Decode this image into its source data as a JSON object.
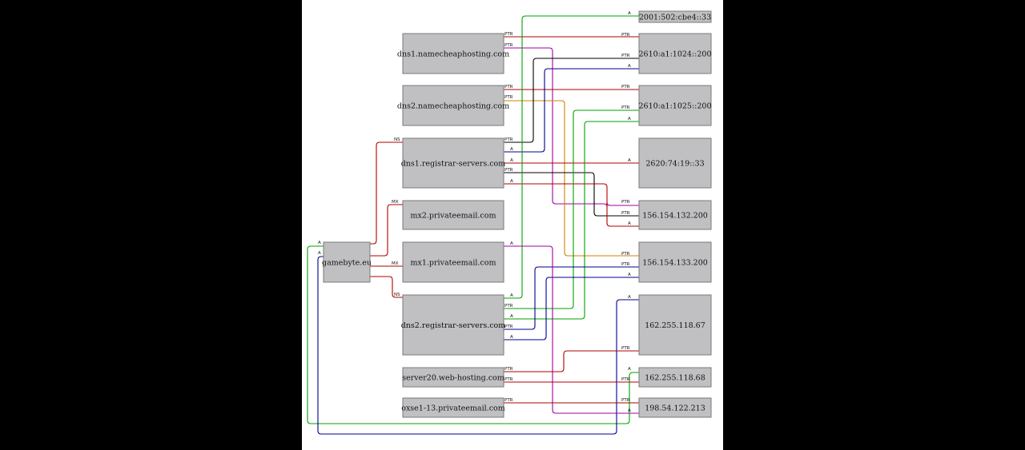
{
  "diagram": {
    "nodes": [
      {
        "id": "root",
        "label": "gamebyte.eu"
      },
      {
        "id": "ns1",
        "label": "dns1.namecheaphosting.com"
      },
      {
        "id": "ns2",
        "label": "dns2.namecheaphosting.com"
      },
      {
        "id": "rs1",
        "label": "dns1.registrar-servers.com"
      },
      {
        "id": "mx2",
        "label": "mx2.privateemail.com"
      },
      {
        "id": "mx1",
        "label": "mx1.privateemail.com"
      },
      {
        "id": "rs2",
        "label": "dns2.registrar-servers.com"
      },
      {
        "id": "srv",
        "label": "server20.web-hosting.com"
      },
      {
        "id": "oxs",
        "label": "oxse1-13.privateemail.com"
      },
      {
        "id": "ip1",
        "label": "2001:502:cbe4::33"
      },
      {
        "id": "ip2",
        "label": "2610:a1:1024::200"
      },
      {
        "id": "ip3",
        "label": "2610:a1:1025::200"
      },
      {
        "id": "ip4",
        "label": "2620:74:19::33"
      },
      {
        "id": "ip5",
        "label": "156.154.132.200"
      },
      {
        "id": "ip6",
        "label": "156.154.133.200"
      },
      {
        "id": "ip7",
        "label": "162.255.118.67"
      },
      {
        "id": "ip8",
        "label": "162.255.118.68"
      },
      {
        "id": "ip9",
        "label": "198.54.122.213"
      }
    ],
    "edge_labels": {
      "ns": "NS",
      "mx": "MX",
      "a": "A",
      "ptr": "PTR"
    },
    "colors": {
      "red": "#b00000",
      "green": "#00a000",
      "blue": "#00008b",
      "magenta": "#a000a0",
      "orange": "#d08000",
      "black": "#000000"
    }
  }
}
